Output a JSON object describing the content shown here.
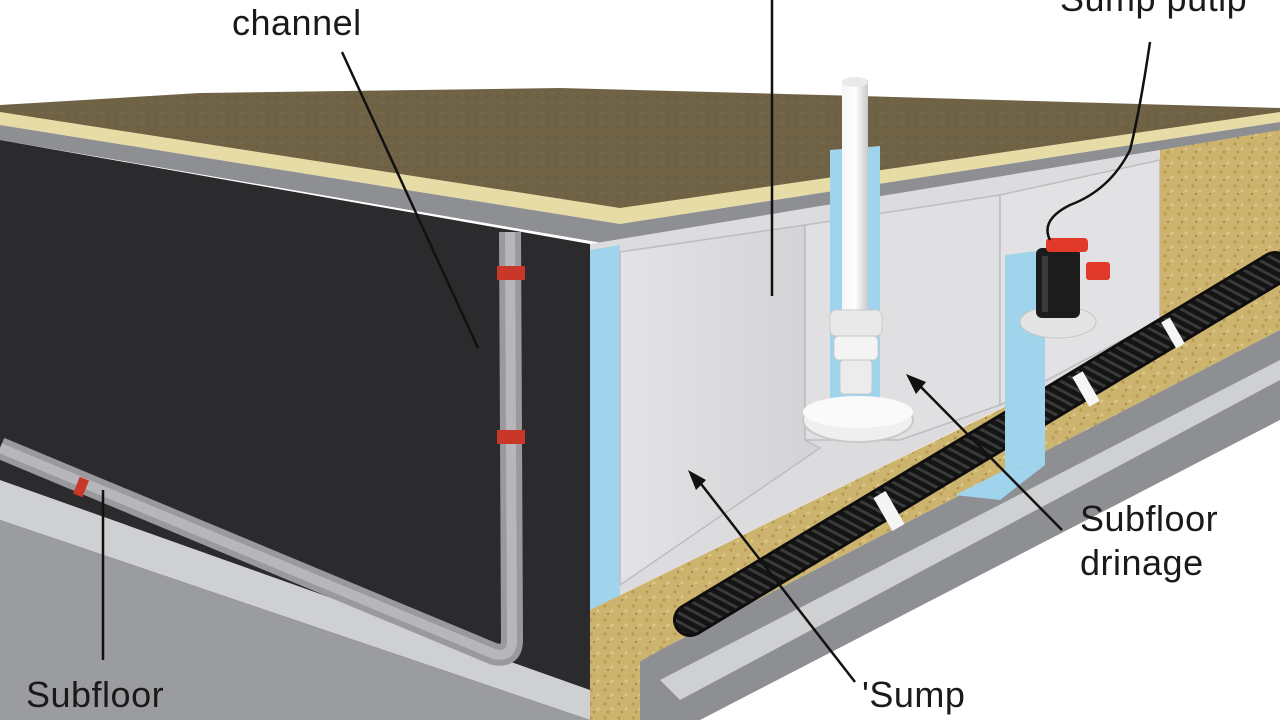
{
  "labels": {
    "channel": "channel",
    "sump_pump": "Sump putip",
    "subfloor_drainage_line1": "Subfloor",
    "subfloor_drainage_line2": "drinage",
    "subfloor_left": "Subfloor",
    "sump": "'Sump"
  },
  "colors": {
    "membrane_dark": "#2b2b2d",
    "membrane_light": "#d9d9db",
    "slab_top": "#6f6245",
    "slab_edge": "#e8dca6",
    "slab_grey": "#8e8f93",
    "channel_blue": "#9fd4ec",
    "gravel": "#c9b06a",
    "pump_red": "#e23a2a",
    "leader": "#111111"
  }
}
